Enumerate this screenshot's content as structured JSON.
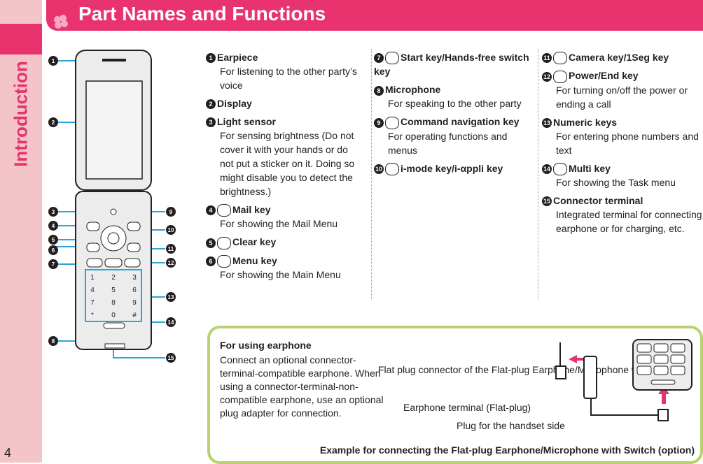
{
  "side": {
    "label": "Introduction",
    "page": "4"
  },
  "header": {
    "title": "Part Names and Functions"
  },
  "colors": {
    "accent": "#e8336f",
    "side": "#f3c5c9",
    "box_border": "#b8d36e"
  },
  "callouts": [
    "1",
    "2",
    "3",
    "4",
    "5",
    "6",
    "7",
    "8",
    "9",
    "10",
    "11",
    "12",
    "13",
    "14",
    "15"
  ],
  "phone_keys": [
    "1",
    "2",
    "3",
    "4",
    "5",
    "6",
    "7",
    "8",
    "9",
    "*",
    "0",
    "#"
  ],
  "col1": [
    {
      "n": "1",
      "title": "Earpiece",
      "desc": "For listening to the other party’s voice"
    },
    {
      "n": "2",
      "title": "Display",
      "desc": ""
    },
    {
      "n": "3",
      "title": "Light sensor",
      "desc": "For sensing brightness (Do not cover it with your hands or do not put a sticker on it. Doing so might disable you to detect the brightness.)"
    },
    {
      "n": "4",
      "title": "Mail key",
      "desc": "For showing the Mail Menu",
      "icon": "mail-key-icon"
    },
    {
      "n": "5",
      "title": "Clear key",
      "desc": "",
      "icon": "clear-key-icon"
    },
    {
      "n": "6",
      "title": "Menu key",
      "desc": "For showing the Main Menu",
      "icon": "menu-key-icon"
    }
  ],
  "col2": [
    {
      "n": "7",
      "title": "Start key/Hands-free switch key",
      "desc": "",
      "icon": "start-key-icon"
    },
    {
      "n": "8",
      "title": "Microphone",
      "desc": "For speaking to the other party"
    },
    {
      "n": "9",
      "title": "Command navigation key",
      "desc": "For operating functions and menus",
      "icon": "nav-key-icon"
    },
    {
      "n": "10",
      "title": "i-mode key/i-αppli key",
      "desc": "",
      "icon": "imode-key-icon"
    }
  ],
  "col3": [
    {
      "n": "11",
      "title": "Camera key/1Seg key",
      "desc": "",
      "icon": "camera-key-icon"
    },
    {
      "n": "12",
      "title": "Power/End key",
      "desc": "For turning on/off the power or ending a call",
      "icon": "power-key-icon"
    },
    {
      "n": "13",
      "title": "Numeric keys",
      "desc": "For entering phone numbers and text"
    },
    {
      "n": "14",
      "title": "Multi key",
      "desc": "For showing the Task menu",
      "icon": "multi-key-icon"
    },
    {
      "n": "15",
      "title": "Connector terminal",
      "desc": "Integrated terminal for connecting earphone or for charging, etc."
    }
  ],
  "earphone_box": {
    "heading": "For using earphone",
    "body": "Connect an optional connector-terminal-compatible earphone. When using a connector-terminal-non-compatible earphone, use an optional plug adapter for connection.",
    "label_flat": "Flat plug connector of the Flat-plug Earphone/Microphone with Switch",
    "label_terminal": "Earphone terminal (Flat-plug)",
    "label_plug": "Plug for the handset side",
    "footer": "Example for connecting the Flat-plug Earphone/Microphone with Switch (option)"
  }
}
